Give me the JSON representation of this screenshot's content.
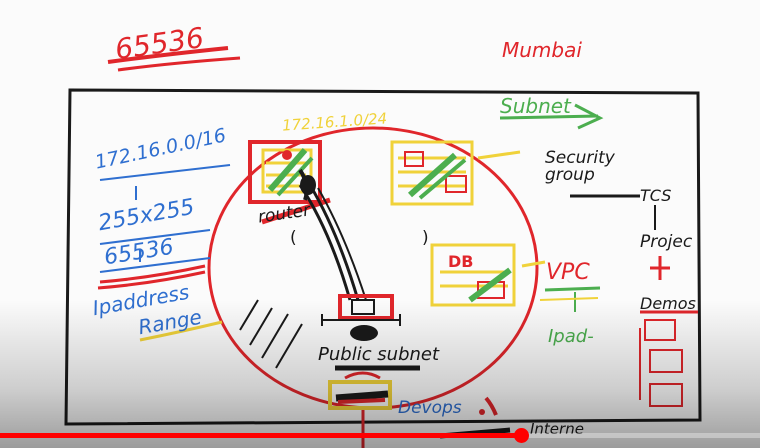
{
  "whiteboard": {
    "top_number": "65536",
    "region": "Mumbai",
    "cidr": "172.16.0.0/16",
    "multiplication": "255x255",
    "result": "65536",
    "ip_address_label": "Ipaddress",
    "range_label": "Range",
    "subnet_cidr": "172.16.1.0/24",
    "subnet_label": "Subnet",
    "security_group_label": "Security group",
    "router_label": "router",
    "router_paren": "( )",
    "db_label": "DB",
    "vpc_label": "VPC",
    "ipad_label": "Ipad-",
    "public_subnet_label": "Public subnet",
    "devops_label": "Devops",
    "tcs_label": "TCS",
    "project_label": "Projec",
    "demo_label": "Demos",
    "bottom_label": "Interne"
  },
  "colors": {
    "red": "#e0262b",
    "blue": "#2f6fd0",
    "green": "#4cae4f",
    "yellow": "#f0d23a",
    "black": "#1a1a1a",
    "progress": "#ff0000"
  },
  "video_player": {
    "progress_fraction": 0.685
  }
}
